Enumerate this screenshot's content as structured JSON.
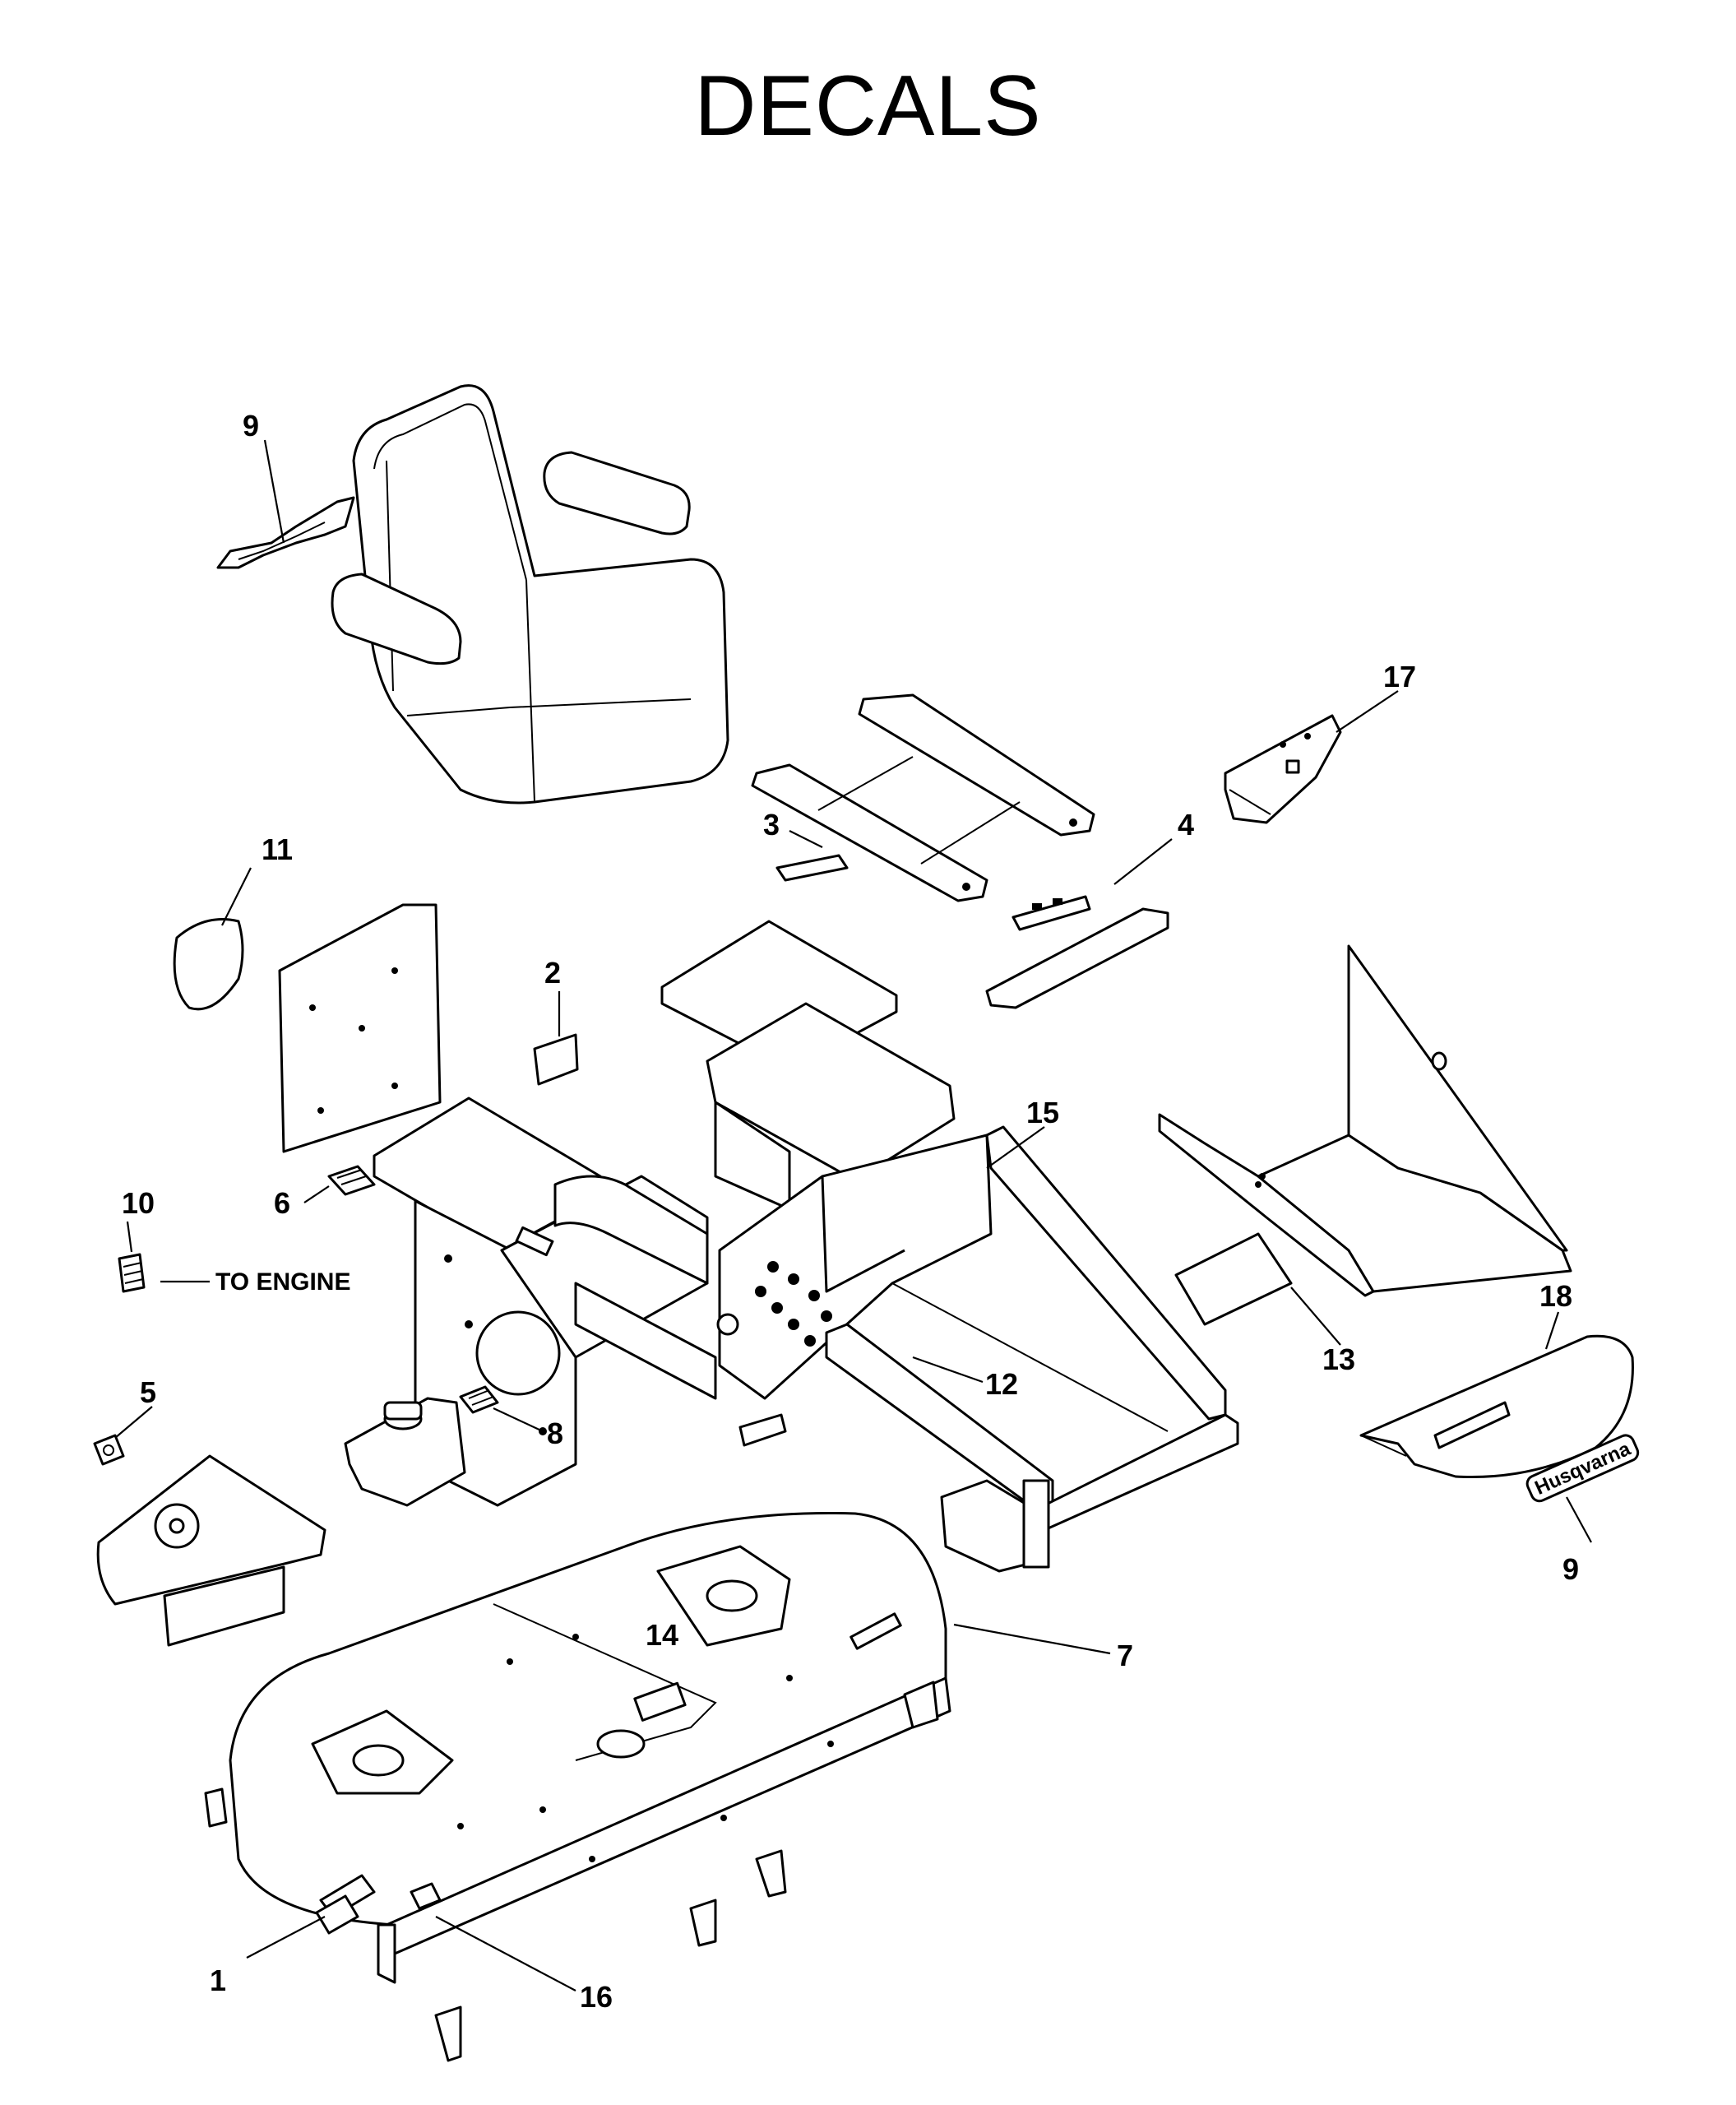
{
  "title": "DECALS",
  "note": "TO ENGINE",
  "logo_text": "Husqvarna",
  "callouts": [
    {
      "id": "c9a",
      "label": "9"
    },
    {
      "id": "c17",
      "label": "17"
    },
    {
      "id": "c3",
      "label": "3"
    },
    {
      "id": "c4",
      "label": "4"
    },
    {
      "id": "c11",
      "label": "11"
    },
    {
      "id": "c2",
      "label": "2"
    },
    {
      "id": "c15",
      "label": "15"
    },
    {
      "id": "c10",
      "label": "10"
    },
    {
      "id": "c6",
      "label": "6"
    },
    {
      "id": "c13",
      "label": "13"
    },
    {
      "id": "c18",
      "label": "18"
    },
    {
      "id": "c5",
      "label": "5"
    },
    {
      "id": "c8",
      "label": "8"
    },
    {
      "id": "c12",
      "label": "12"
    },
    {
      "id": "c9b",
      "label": "9"
    },
    {
      "id": "c7",
      "label": "7"
    },
    {
      "id": "c14",
      "label": "14"
    },
    {
      "id": "c1",
      "label": "1"
    },
    {
      "id": "c16",
      "label": "16"
    }
  ]
}
